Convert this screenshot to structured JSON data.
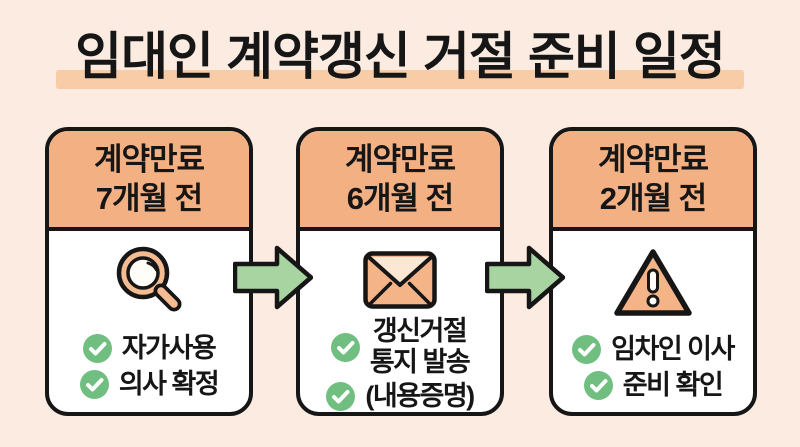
{
  "title": {
    "text": "임대인 계약갱신 거절 준비 일정"
  },
  "colors": {
    "background": "#FCEBE0",
    "title_highlight": "#F8CCA6",
    "card_header": "#F2B083",
    "card_border": "#161616",
    "card_body": "#FFFFFF",
    "icon_peach": "#F5BC92",
    "arrow_green": "#A7D4A0",
    "check_green": "#70BF81",
    "text": "#161616"
  },
  "cards": [
    {
      "header_line1": "계약만료",
      "header_line2": "7개월 전",
      "icon": "magnifier-icon",
      "items": [
        {
          "lines": [
            "자가사용"
          ]
        },
        {
          "lines": [
            "의사 확정"
          ]
        }
      ]
    },
    {
      "header_line1": "계약만료",
      "header_line2": "6개월 전",
      "icon": "envelope-icon",
      "items": [
        {
          "lines": [
            "갱신거절",
            "통지 발송"
          ]
        },
        {
          "lines": [
            "(내용증명)"
          ]
        }
      ]
    },
    {
      "header_line1": "계약만료",
      "header_line2": "2개월 전",
      "icon": "warning-icon",
      "items": [
        {
          "lines": [
            "임차인 이사"
          ]
        },
        {
          "lines": [
            "준비 확인"
          ]
        }
      ]
    }
  ],
  "arrows": [
    "arrow-right-icon",
    "arrow-right-icon"
  ]
}
